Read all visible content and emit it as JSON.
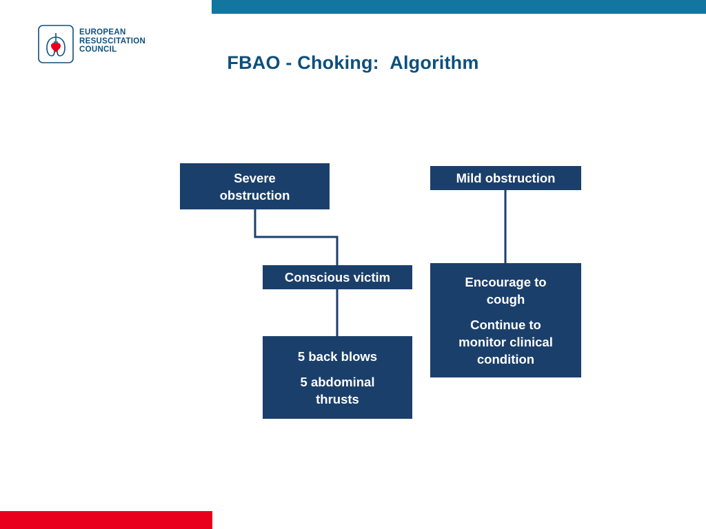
{
  "header": {
    "logo": {
      "icon": "erc-lungs-heart-logo",
      "line1": "EUROPEAN",
      "line2": "RESUSCITATION",
      "line3": "COUNCIL"
    },
    "title_main": "FBAO - Choking:",
    "title_sub": "Algorithm"
  },
  "colors": {
    "brand_blue": "#0d4f7c",
    "top_bar": "#1276a0",
    "bottom_bar": "#e8001c",
    "node_fill": "#1b3f6b",
    "node_text": "#ffffff",
    "connector": "#1b3f6b"
  },
  "chart_data": {
    "type": "flowchart",
    "title": "FBAO - Choking: Algorithm",
    "nodes": [
      {
        "id": "severe",
        "label": "Severe obstruction",
        "lines": [
          "Severe",
          "obstruction"
        ]
      },
      {
        "id": "mild",
        "label": "Mild obstruction",
        "lines": [
          "Mild obstruction"
        ]
      },
      {
        "id": "conscious",
        "label": "Conscious victim",
        "lines": [
          "Conscious victim"
        ]
      },
      {
        "id": "backblows",
        "label": "5 back blows / 5 abdominal thrusts",
        "lines": [
          "5 back blows",
          "5 abdominal",
          "thrusts"
        ]
      },
      {
        "id": "encourage",
        "label": "Encourage to cough / Continue to monitor clinical condition",
        "lines": [
          "Encourage to",
          "cough",
          "Continue to",
          "monitor clinical",
          "condition"
        ]
      }
    ],
    "edges": [
      {
        "from": "severe",
        "to": "conscious",
        "style": "elbow"
      },
      {
        "from": "conscious",
        "to": "backblows",
        "style": "straight"
      },
      {
        "from": "mild",
        "to": "encourage",
        "style": "straight"
      }
    ]
  }
}
